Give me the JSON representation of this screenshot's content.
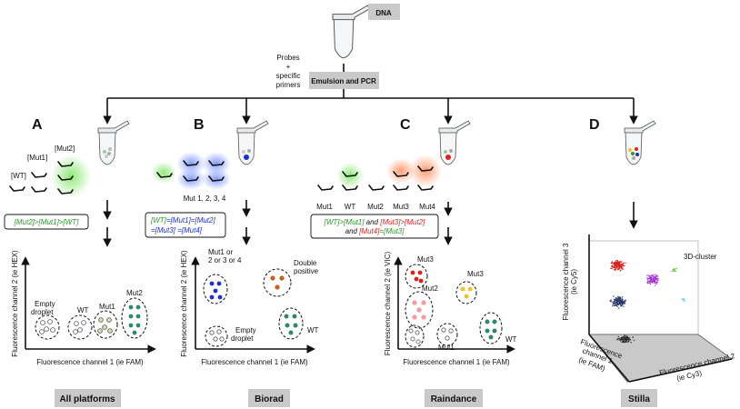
{
  "top": {
    "dna_label": "DNA",
    "probes_label": [
      "Probes",
      "+",
      "specific",
      "primers"
    ],
    "emulsion_label": "Emulsion and PCR"
  },
  "panels": {
    "a": {
      "letter": "A",
      "wt": "[WT]",
      "mut1": "[Mut1]",
      "mut2": "[Mut2]",
      "formula": "[Mut2]>[Mut1]>[WT]",
      "empty": [
        "Empty",
        "droplet"
      ],
      "wt_cluster": "WT",
      "mut1_cluster": "Mut1",
      "mut2_cluster": "Mut2",
      "xaxis": "Fluorescence channel 1 (ie FAM)",
      "yaxis": "Fluorescence channel 2 (ie HEX)",
      "platform": "All platforms"
    },
    "b": {
      "letter": "B",
      "muts": "Mut 1, 2, 3, 4",
      "formula1_a": "[WT]",
      "formula1_b": "=[Mut1]=[Mut2]",
      "formula2": "=[Mut3] =[Mut4]",
      "cluster_mut": [
        "Mut1 or",
        "2 or 3 or 4"
      ],
      "double": [
        "Double",
        "positive"
      ],
      "empty": [
        "Empty",
        "droplet"
      ],
      "wt_cluster": "WT",
      "xaxis": "Fluorescence channel 1 (ie FAM)",
      "yaxis": "Fluorescence channel 2 (ie HEX)",
      "platform": "Biorad"
    },
    "c": {
      "letter": "C",
      "labels": [
        "Mut1",
        "WT",
        "Mut2",
        "Mut3",
        "Mut4"
      ],
      "f1_a": "[WT]>[Mut1]",
      "f1_b": " and ",
      "f1_c": "[Mut3]>[Mut2]",
      "f2_a": "and ",
      "f2_b": "[Mut4]",
      "f2_c": "=[Mut3]",
      "mut3_top": "Mut3",
      "mut3_side": "Mut3",
      "mut2": "Mut2",
      "mut1": "Mut1",
      "wt": "WT",
      "xaxis": "Fluorescence channel 1 (ie FAM)",
      "yaxis": "Fluorescence channel 2 (ie VIC)",
      "platform": "Raindance"
    },
    "d": {
      "letter": "D",
      "cluster_title": "3D-cluster",
      "axis3": [
        "Fluorescence channel 3",
        "(ie Cy5)"
      ],
      "axis1": [
        "Fluorescence",
        "channel 1",
        "(ie FAM)"
      ],
      "axis2": [
        "Fluorescence channel 2",
        "(ie Cy3)"
      ],
      "platform": "Stilla"
    }
  },
  "colors": {
    "green": "#2e9a2e",
    "blue": "#1c2fd6",
    "red": "#e0201b",
    "grey_box": "#c9c9c9"
  }
}
